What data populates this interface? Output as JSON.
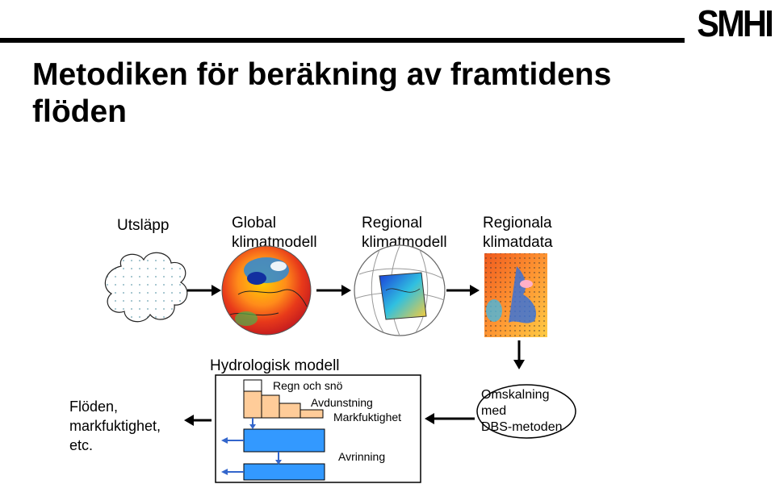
{
  "header": {
    "logo": "SMHI"
  },
  "slide": {
    "title": "Metodiken för beräkning av framtidens flöden"
  },
  "top_row": {
    "emissions": "Utsläpp",
    "global_line1": "Global",
    "global_line2": "klimatmodell",
    "regional_line1": "Regional",
    "regional_line2": "klimatmodell",
    "regdata_line1": "Regionala",
    "regdata_line2": "klimatdata"
  },
  "bottom_row": {
    "hydro_title": "Hydrologisk modell",
    "rain": "Regn och snö",
    "evap": "Avdunstning",
    "moisture": "Markfuktighet",
    "runoff": "Avrinning",
    "output_line1": "Flöden,",
    "output_line2": "markfuktighet,",
    "output_line3": "etc.",
    "scaling_line1": "Omskalning",
    "scaling_line2": "med",
    "scaling_line3": "DBS-metoden"
  },
  "colors": {
    "box_fill": "#3399ff",
    "mini_box_fill": "#ffcc99",
    "arrow": "#000000"
  }
}
